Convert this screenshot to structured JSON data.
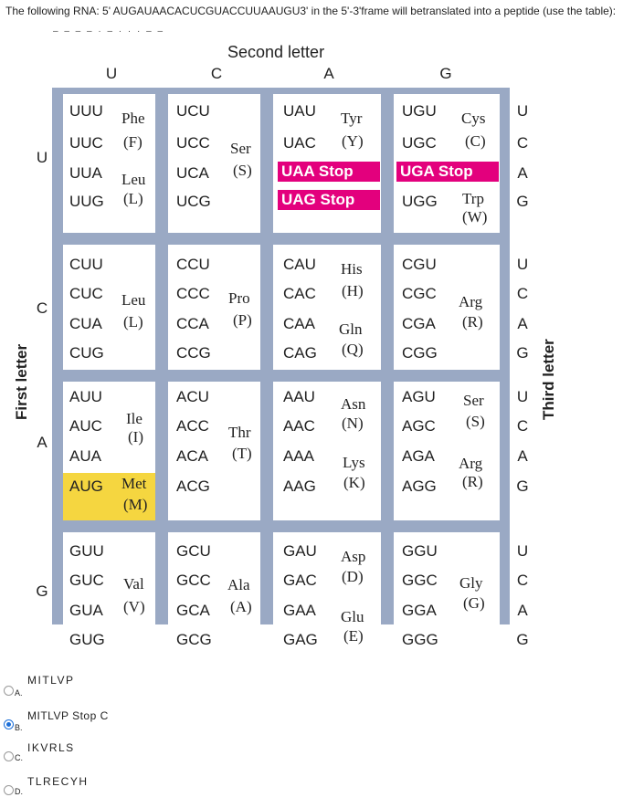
{
  "question": "The following RNA: 5' AUGAUAACACUCGUACCUUAAUGU3' in the 5'-3'frame will betranslated into a peptide (use the table):",
  "figure": {
    "second_letter_title": "Second letter",
    "first_letter_title": "First letter",
    "third_letter_title": "Third letter",
    "bases": [
      "U",
      "C",
      "A",
      "G"
    ],
    "cells": [
      [
        {
          "codons": [
            "UUU",
            "UUC",
            "UUA",
            "UUG"
          ],
          "aas": [
            {
              "name": "Phe",
              "code": "(F)"
            },
            {
              "name": "Leu",
              "code": "(L)"
            }
          ]
        },
        {
          "codons": [
            "UCU",
            "UCC",
            "UCA",
            "UCG"
          ],
          "aas": [
            {
              "name": "Ser",
              "code": "(S)"
            }
          ]
        },
        {
          "codons": [
            "UAU",
            "UAC",
            "UAA",
            "UAG"
          ],
          "aas": [
            {
              "name": "Tyr",
              "code": "(Y)"
            }
          ],
          "stops": [
            "UAA Stop",
            "UAG Stop"
          ]
        },
        {
          "codons": [
            "UGU",
            "UGC",
            "UGA",
            "UGG"
          ],
          "aas": [
            {
              "name": "Cys",
              "code": "(C)"
            },
            {
              "name": "Trp",
              "code": "(W)"
            }
          ],
          "stops": [
            "UGA Stop"
          ]
        }
      ],
      [
        {
          "codons": [
            "CUU",
            "CUC",
            "CUA",
            "CUG"
          ],
          "aas": [
            {
              "name": "Leu",
              "code": "(L)"
            }
          ]
        },
        {
          "codons": [
            "CCU",
            "CCC",
            "CCA",
            "CCG"
          ],
          "aas": [
            {
              "name": "Pro",
              "code": "(P)"
            }
          ]
        },
        {
          "codons": [
            "CAU",
            "CAC",
            "CAA",
            "CAG"
          ],
          "aas": [
            {
              "name": "His",
              "code": "(H)"
            },
            {
              "name": "Gln",
              "code": "(Q)"
            }
          ]
        },
        {
          "codons": [
            "CGU",
            "CGC",
            "CGA",
            "CGG"
          ],
          "aas": [
            {
              "name": "Arg",
              "code": "(R)"
            }
          ]
        }
      ],
      [
        {
          "codons": [
            "AUU",
            "AUC",
            "AUA",
            "AUG"
          ],
          "aas": [
            {
              "name": "Ile",
              "code": "(I)"
            },
            {
              "name": "Met",
              "code": "(M)"
            }
          ]
        },
        {
          "codons": [
            "ACU",
            "ACC",
            "ACA",
            "ACG"
          ],
          "aas": [
            {
              "name": "Thr",
              "code": "(T)"
            }
          ]
        },
        {
          "codons": [
            "AAU",
            "AAC",
            "AAA",
            "AAG"
          ],
          "aas": [
            {
              "name": "Asn",
              "code": "(N)"
            },
            {
              "name": "Lys",
              "code": "(K)"
            }
          ]
        },
        {
          "codons": [
            "AGU",
            "AGC",
            "AGA",
            "AGG"
          ],
          "aas": [
            {
              "name": "Ser",
              "code": "(S)"
            },
            {
              "name": "Arg",
              "code": "(R)"
            }
          ]
        }
      ],
      [
        {
          "codons": [
            "GUU",
            "GUC",
            "GUA",
            "GUG"
          ],
          "aas": [
            {
              "name": "Val",
              "code": "(V)"
            }
          ]
        },
        {
          "codons": [
            "GCU",
            "GCC",
            "GCA",
            "GCG"
          ],
          "aas": [
            {
              "name": "Ala",
              "code": "(A)"
            }
          ]
        },
        {
          "codons": [
            "GAU",
            "GAC",
            "GAA",
            "GAG"
          ],
          "aas": [
            {
              "name": "Asp",
              "code": "(D)"
            },
            {
              "name": "Glu",
              "code": "(E)"
            }
          ]
        },
        {
          "codons": [
            "GGU",
            "GGC",
            "GGA",
            "GGG"
          ],
          "aas": [
            {
              "name": "Gly",
              "code": "(G)"
            }
          ]
        }
      ]
    ],
    "colors": {
      "stop": "#e3007d",
      "start": "#f5d640",
      "grid": "#9aa9c4",
      "selected_radio": "#1b6ed8"
    }
  },
  "options": [
    {
      "letter": "A.",
      "text": "MITLVP",
      "selected": false
    },
    {
      "letter": "B.",
      "text": "MITLVP Stop C",
      "selected": true
    },
    {
      "letter": "C.",
      "text": "IKVRLS",
      "selected": false
    },
    {
      "letter": "D.",
      "text": "TLRECYH",
      "selected": false
    }
  ]
}
